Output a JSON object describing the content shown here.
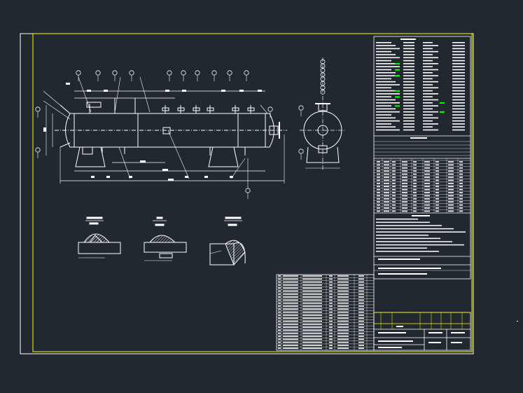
{
  "colors": {
    "background": "#212830",
    "line": "#ffffff",
    "frame": "#ffff00",
    "highlight": "#00ff00"
  },
  "icons": {
    "leader_marker": "circle-callout",
    "weld_hatch": "hatched-weld-section",
    "vessel": "horizontal-pressure-vessel"
  }
}
